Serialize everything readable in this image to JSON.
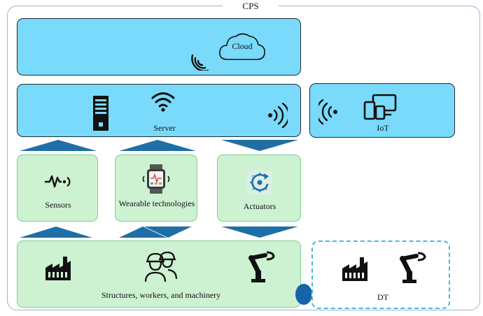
{
  "diagram": {
    "cps_label": "CPS",
    "cloud_label": "Cloud",
    "server_label": "Server",
    "iot_label": "IoT",
    "sensors_label": "Sensors",
    "wearable_label": "Wearable technologies",
    "actuators_label": "Actuators",
    "structures_label": "Structures, workers, and machinery",
    "dt_label": "DT"
  },
  "colors": {
    "blue_fill": "#79dafb",
    "green_fill": "#cdf2d2",
    "arrow": "#1f6fa6",
    "dt_border": "#4bb9d8",
    "connector_dot": "#1565a8"
  },
  "icons": [
    "cloud-icon",
    "wifi-signal-icon",
    "server-tower-icon",
    "wifi-icon",
    "devices-icon",
    "sensor-wave-icon",
    "smartwatch-icon",
    "actuator-gear-icon",
    "factory-icon",
    "workers-icon",
    "robot-arm-icon"
  ]
}
